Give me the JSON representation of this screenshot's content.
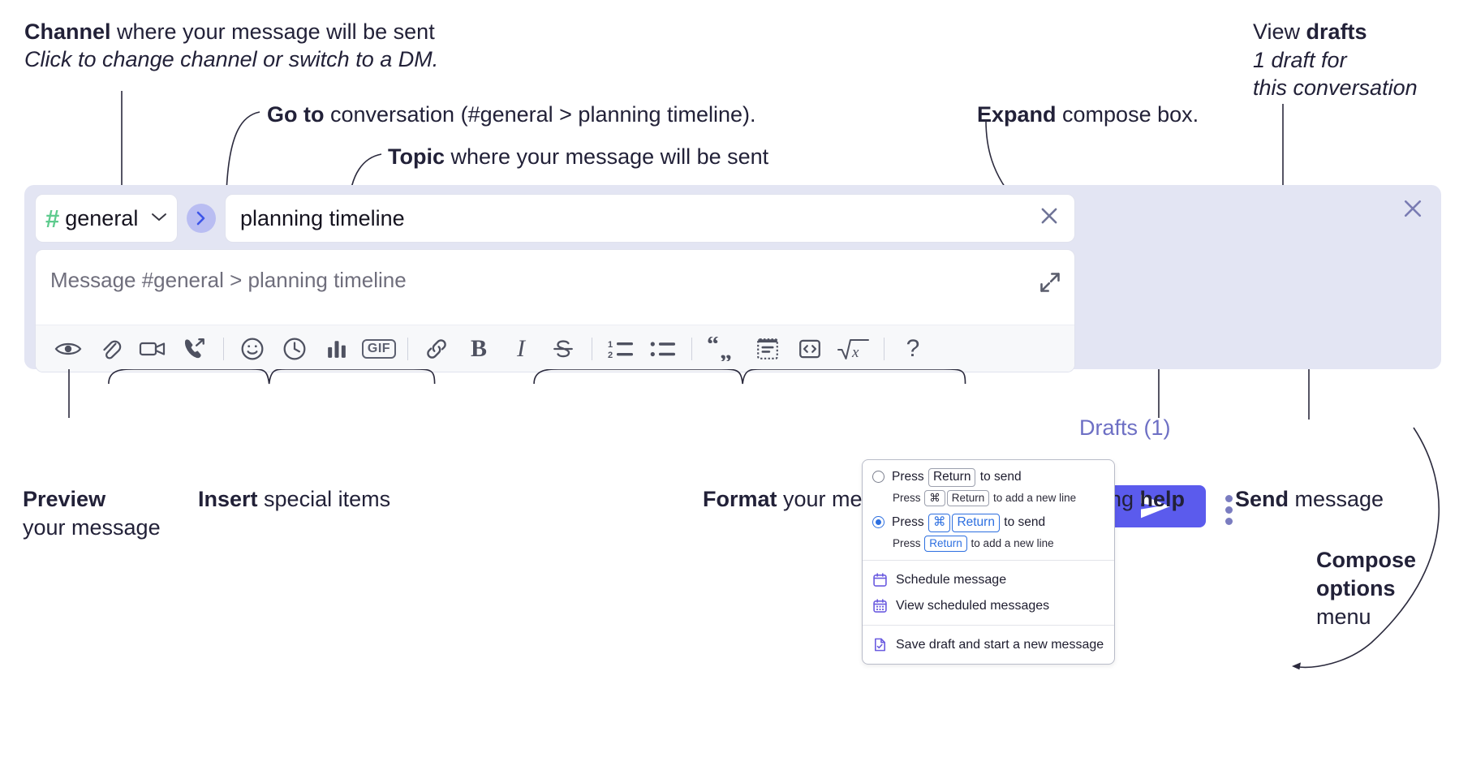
{
  "annotations": {
    "channel": {
      "bold": "Channel",
      "rest": " where your message will be sent",
      "italic": "Click to change channel or switch to a DM."
    },
    "goto": {
      "bold": "Go to",
      "rest": " conversation (#general > planning timeline)."
    },
    "topic": {
      "bold": "Topic",
      "rest": " where your message will be sent"
    },
    "expand": {
      "bold": "Expand",
      "rest": " compose box."
    },
    "drafts": {
      "line1_plain": "View ",
      "line1_bold": "drafts",
      "line2": "1 draft for",
      "line3": "this conversation"
    },
    "preview": {
      "bold": "Preview",
      "line2": "your message"
    },
    "insert": {
      "bold": "Insert",
      "rest": " special items"
    },
    "format": {
      "bold": "Format",
      "rest": " your message"
    },
    "help": {
      "plain": "Formatting ",
      "bold": "help"
    },
    "send": {
      "bold": "Send",
      "rest": " message"
    },
    "compose_options": {
      "line1": "Compose",
      "line2": "options",
      "line3": "menu"
    }
  },
  "composer": {
    "channel": {
      "hash": "#",
      "name": "general",
      "chevron": "chevron-down"
    },
    "go_button": "›",
    "topic": {
      "value": "planning timeline",
      "clear": "×"
    },
    "message": {
      "placeholder": "Message #general > planning timeline"
    },
    "drafts_label": "Drafts (1)",
    "close": "×",
    "toolbar": {
      "groups": [
        {
          "items": [
            {
              "name": "preview-eye-icon",
              "label": "Preview"
            }
          ]
        },
        {
          "items": [
            {
              "name": "attachment-icon",
              "label": "Attach file"
            },
            {
              "name": "video-camera-icon",
              "label": "Record video clip"
            },
            {
              "name": "phone-forward-icon",
              "label": "Record audio clip"
            }
          ]
        },
        {
          "items": [
            {
              "name": "emoji-icon",
              "label": "Emoji"
            },
            {
              "name": "clock-icon",
              "label": "Reminder"
            },
            {
              "name": "bar-chart-icon",
              "label": "Poll"
            },
            {
              "name": "gif-icon",
              "label": "GIF"
            }
          ]
        },
        {
          "items": [
            {
              "name": "link-icon",
              "label": "Link"
            },
            {
              "name": "bold-icon",
              "label": "B"
            },
            {
              "name": "italic-icon",
              "label": "I"
            },
            {
              "name": "strikethrough-icon",
              "label": "Strikethrough"
            }
          ]
        },
        {
          "items": [
            {
              "name": "ordered-list-icon",
              "label": "Ordered list"
            },
            {
              "name": "bulleted-list-icon",
              "label": "Bulleted list"
            }
          ]
        },
        {
          "items": [
            {
              "name": "blockquote-icon",
              "label": "Blockquote"
            },
            {
              "name": "code-block-icon",
              "label": "Code block"
            },
            {
              "name": "inline-code-icon",
              "label": "Code"
            },
            {
              "name": "latex-icon",
              "label": "LaTeX"
            }
          ]
        },
        {
          "items": [
            {
              "name": "help-icon",
              "label": "?"
            }
          ]
        }
      ]
    }
  },
  "menu": {
    "option1": {
      "selected": false,
      "pre": "Press ",
      "key": "Return",
      "post": " to send",
      "sub_pre": "Press ",
      "sub_key1": "⌘",
      "sub_key2": "Return",
      "sub_post": " to add a new line"
    },
    "option2": {
      "selected": true,
      "pre": "Press ",
      "key1": "⌘",
      "key2": "Return",
      "post": " to send",
      "sub_pre": "Press ",
      "sub_key": "Return",
      "sub_post": " to add a new line"
    },
    "items": [
      {
        "icon": "calendar-icon",
        "label": "Schedule message"
      },
      {
        "icon": "calendar-grid-icon",
        "label": "View scheduled messages"
      },
      {
        "icon": "save-draft-icon",
        "label": "Save draft and start a new message"
      }
    ]
  },
  "colors": {
    "accent_purple": "#5b5bed",
    "shell_lavender": "#e3e5f3",
    "hash_green": "#5ecb8e",
    "drafts_text": "#6d6fc4",
    "link_blue": "#2d6fe0",
    "icon_gray": "#4e5160"
  }
}
